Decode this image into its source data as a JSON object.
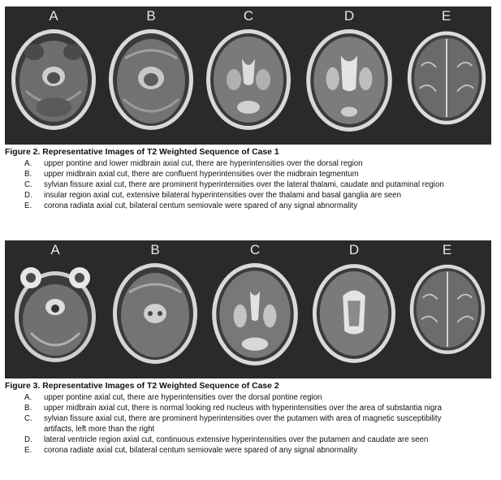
{
  "figures": [
    {
      "caption": "Figure 2. Representative Images of T2 Weighted Sequence of Case 1",
      "panels": [
        "A",
        "B",
        "C",
        "D",
        "E"
      ],
      "items": [
        {
          "letter": "A.",
          "text": "upper pontine and lower midbrain axial cut, there are hyperintensities over the dorsal region"
        },
        {
          "letter": "B.",
          "text": "upper midbrain axial cut, there are confluent hyperintensities over the midbrain tegmentum"
        },
        {
          "letter": "C.",
          "text": "sylvian fissure axial cut, there are prominent hyperintensities over the lateral thalami, caudate and putaminal region"
        },
        {
          "letter": "D.",
          "text": "insular region axial cut, extensive bilateral hyperintensities over the thalami and basal ganglia are seen"
        },
        {
          "letter": "E.",
          "text": "corona radiata axial cut, bilateral centum semiovale were spared of any signal abnormality"
        }
      ]
    },
    {
      "caption": "Figure 3. Representative Images of T2 Weighted Sequence of Case 2",
      "panels": [
        "A",
        "B",
        "C",
        "D",
        "E"
      ],
      "items": [
        {
          "letter": "A.",
          "text": "upper pontine axial cut, there are hyperintensities over the dorsal pontine region"
        },
        {
          "letter": "B.",
          "text": "upper midbrain axial cut, there is normal looking red nucleus with hyperintensities over the area of substantia nigra"
        },
        {
          "letter": "C.",
          "text": "sylvian fissure axial cut, there are prominent hyperintensities over the putamen with area of magnetic susceptibility artifacts, left more than the right"
        },
        {
          "letter": "D.",
          "text": "lateral ventricle region axial cut, continuous extensive hyperintensities over the putamen and caudate are seen"
        },
        {
          "letter": "E.",
          "text": "corona radiate axial cut, bilateral centum semiovale were spared of any signal abnormality"
        }
      ]
    }
  ]
}
